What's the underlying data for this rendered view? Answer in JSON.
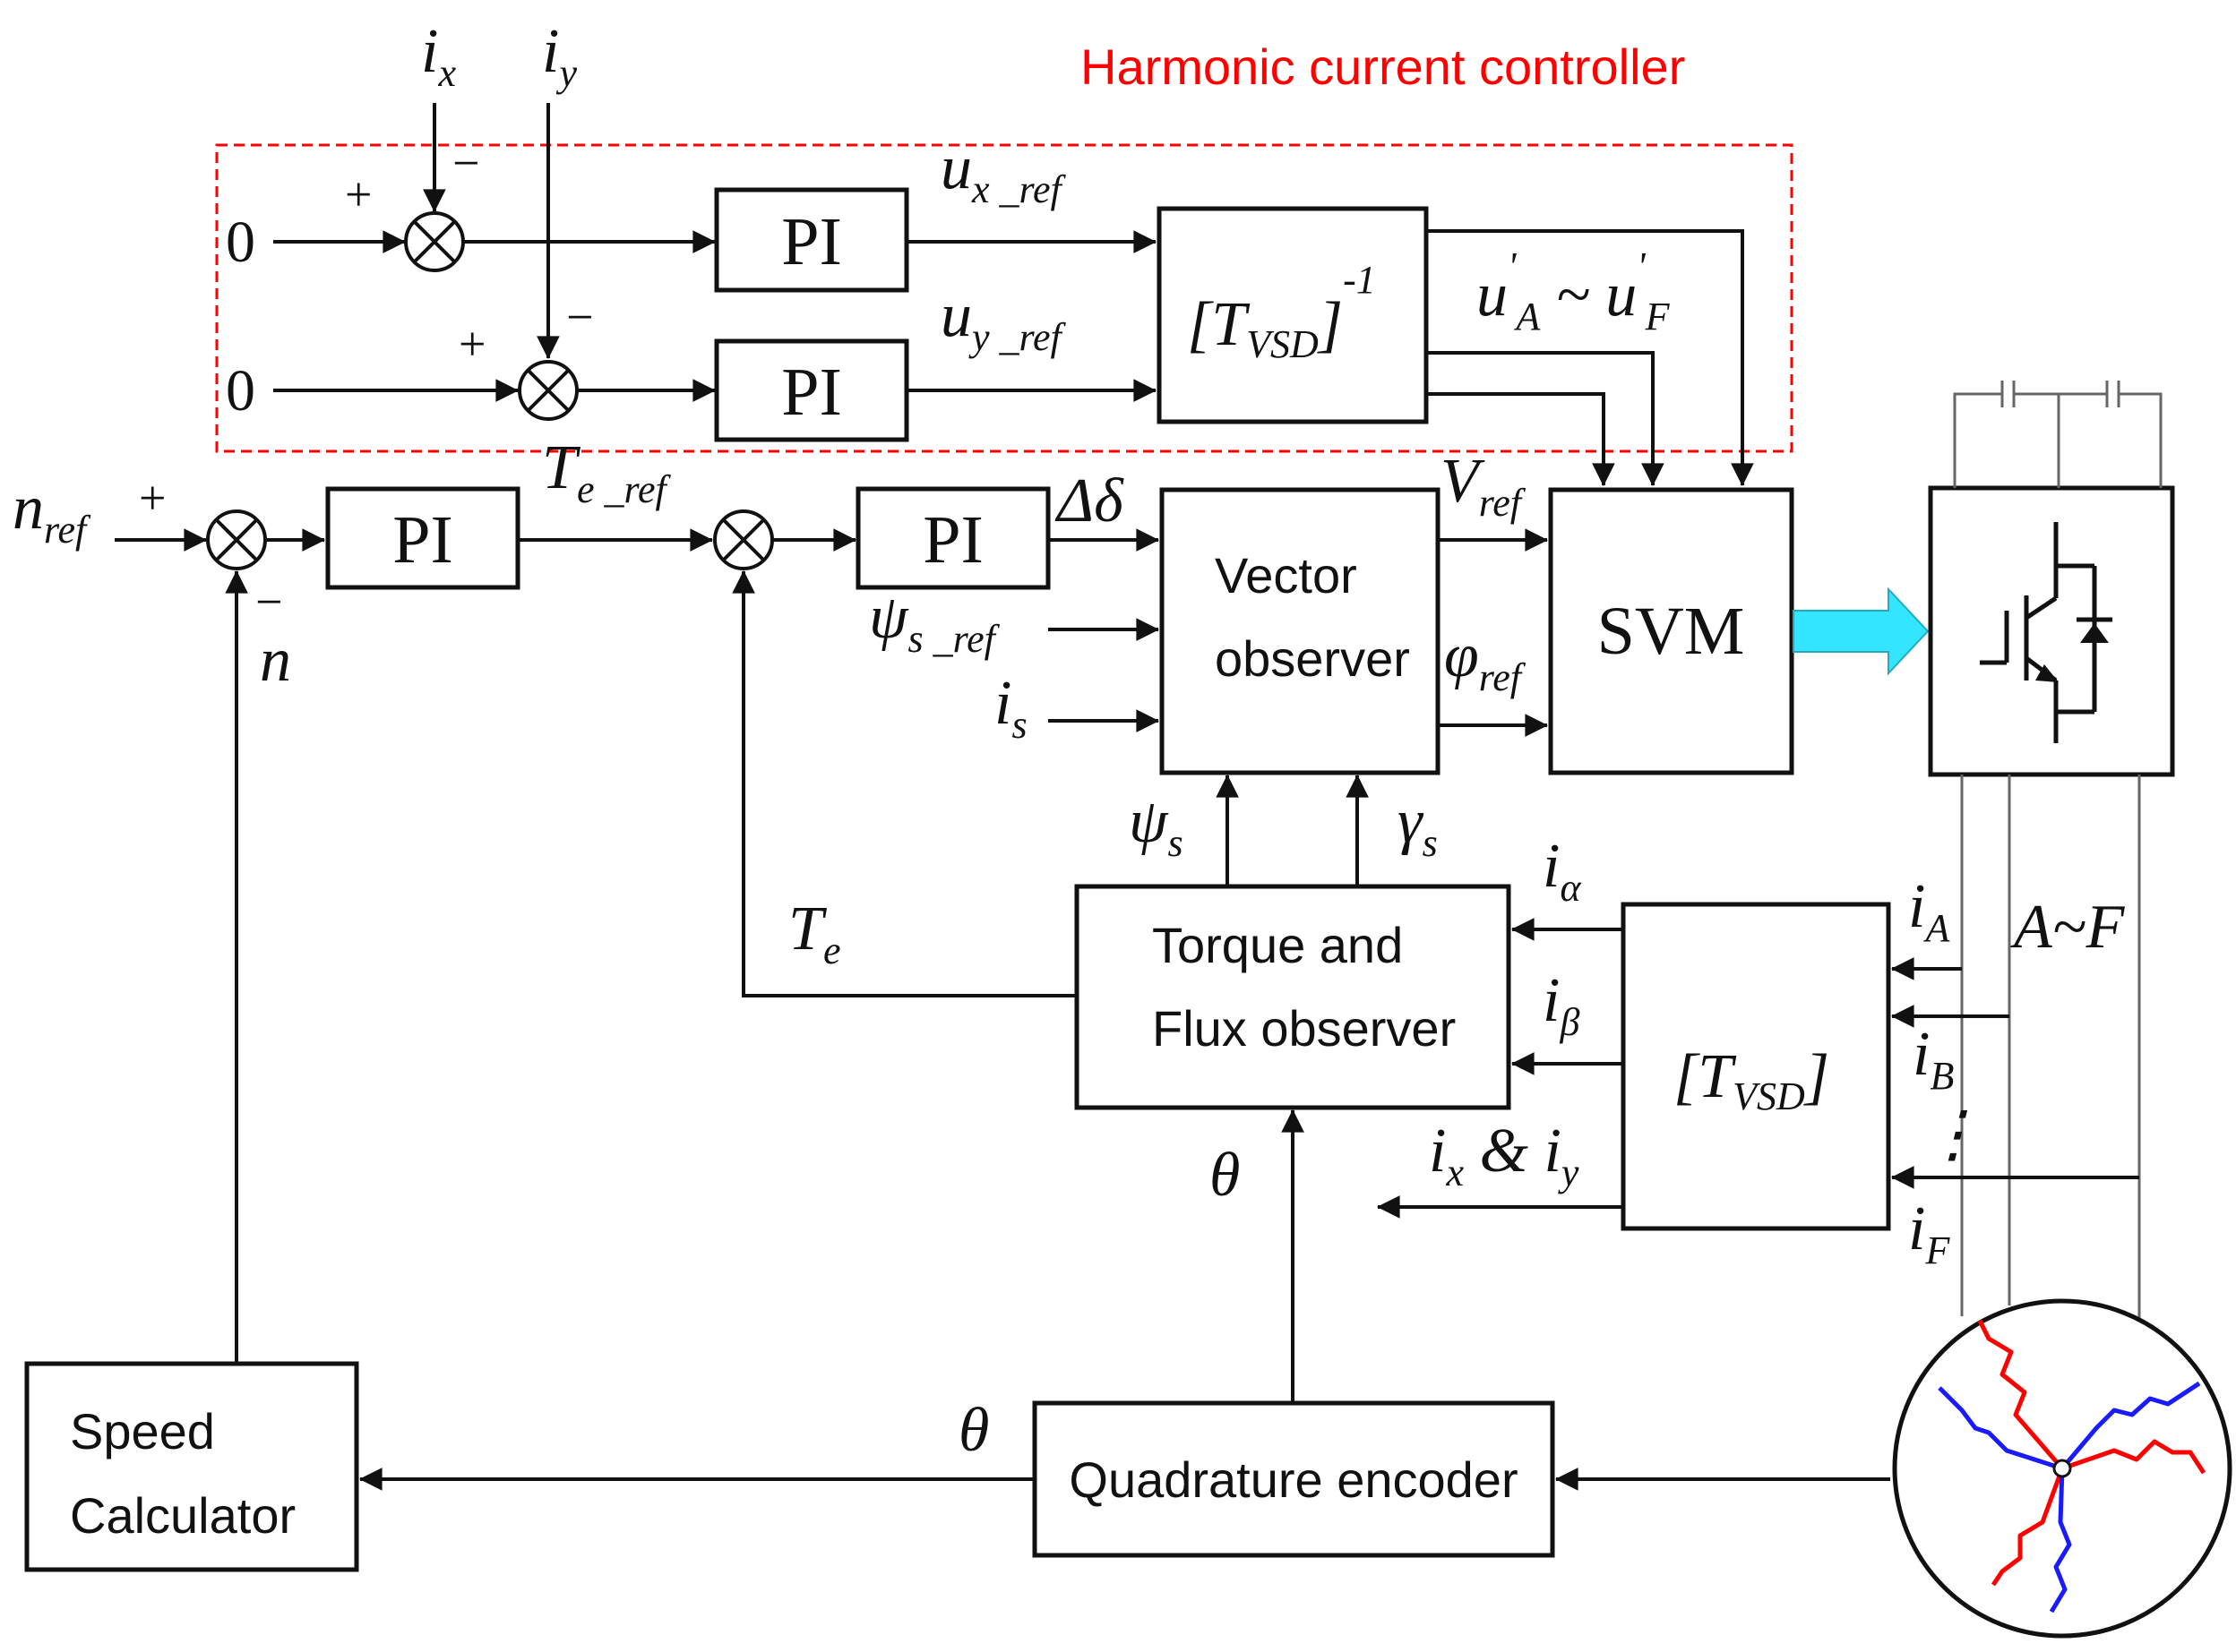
{
  "harmonic_title": "Harmonic current controller",
  "blocks": {
    "pi": "PI",
    "svm": "SVM",
    "vector_observer": [
      "Vector",
      "observer"
    ],
    "torque_flux_observer": [
      "Torque and",
      "Flux observer"
    ],
    "speed_calculator": [
      "Speed",
      "Calculator"
    ],
    "quadrature_encoder": "Quadrature encoder",
    "inverse_tvsd": {
      "main": "[T",
      "sub": "VSD",
      "close": "]",
      "sup": "-1"
    },
    "tvsd": {
      "main": "[T",
      "sub": "VSD",
      "close": "]"
    }
  },
  "inputs": {
    "zero": "0"
  },
  "signs": {
    "plus": "+",
    "minus": "−"
  },
  "symbols": {
    "ix": {
      "main": "i",
      "sub": "x"
    },
    "iy": {
      "main": "i",
      "sub": "y"
    },
    "ux_ref": {
      "main": "u",
      "sub": "x _ref"
    },
    "uy_ref": {
      "main": "u",
      "sub": "y _ref"
    },
    "uA_uF": {
      "main1": "u",
      "prime": "'",
      "sub1": "A",
      "sep": " ~ ",
      "main2": "u",
      "sub2": "F"
    },
    "n_ref": {
      "main": "n",
      "sub": "ref"
    },
    "n": {
      "main": "n"
    },
    "Te_ref": {
      "main": "T",
      "sub": "e _ref"
    },
    "delta": {
      "main": "Δδ"
    },
    "psi_s_ref": {
      "main": "ψ",
      "sub": "s _ref"
    },
    "is": {
      "main": "i",
      "sub": "s"
    },
    "V_ref": {
      "main": "V",
      "sub": "ref"
    },
    "phi_ref": {
      "main": "φ",
      "sub": "ref"
    },
    "psi_s": {
      "main": "ψ",
      "sub": "s"
    },
    "gamma_s": {
      "main": "γ",
      "sub": "s"
    },
    "Te": {
      "main": "T",
      "sub": "e"
    },
    "i_alpha": {
      "main": "i",
      "sub": "α"
    },
    "i_beta": {
      "main": "i",
      "sub": "β"
    },
    "ix_iy": {
      "main1": "i",
      "sub1": "x",
      "amp": " & ",
      "main2": "i",
      "sub2": "y"
    },
    "theta": {
      "main": "θ"
    },
    "iA": {
      "main": "i",
      "sub": "A"
    },
    "iB": {
      "main": "i",
      "sub": "B"
    },
    "iF": {
      "main": "i",
      "sub": "F"
    },
    "A_F": {
      "main": "A~F"
    },
    "vdots": "⋮"
  },
  "colors": {
    "harmonic_border": "#ff0000",
    "winding_red": "#ff0000",
    "winding_blue": "#1a1aff",
    "svm_arrow": "#33e5ff"
  },
  "icons": [
    "summing-junction-icon",
    "igbt-switch-icon",
    "motor-windings-icon",
    "capacitor-icon",
    "block-arrow-icon"
  ]
}
